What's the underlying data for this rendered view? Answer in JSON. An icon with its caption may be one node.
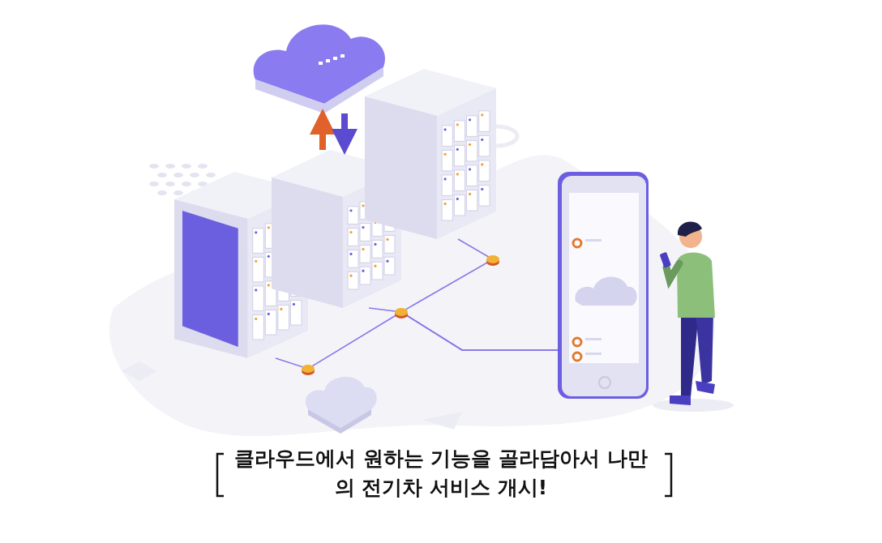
{
  "diagram": {
    "caption": "클라우드에서 원하는 기능을 골라담아서 나만의 전기차 서비스 개시!",
    "nodes": [
      {
        "text": [],
        "shape": "cloud"
      },
      {
        "text": [],
        "shape": "picture"
      },
      {
        "text": [],
        "shape": "picture"
      },
      {
        "text": [],
        "shape": "picture"
      },
      {
        "text": [],
        "shape": "picture"
      }
    ],
    "edges": [
      {
        "from": 2,
        "to": 0,
        "arrow": "to",
        "style": "thick",
        "color": "#e0622a"
      },
      {
        "from": 0,
        "to": 2,
        "arrow": "to",
        "style": "thick",
        "color": "#5b4bd0"
      },
      {
        "from": 1,
        "to": 4,
        "arrow": "none"
      },
      {
        "from": 2,
        "to": 4,
        "arrow": "none"
      },
      {
        "from": 3,
        "to": 4,
        "arrow": "none"
      }
    ]
  }
}
